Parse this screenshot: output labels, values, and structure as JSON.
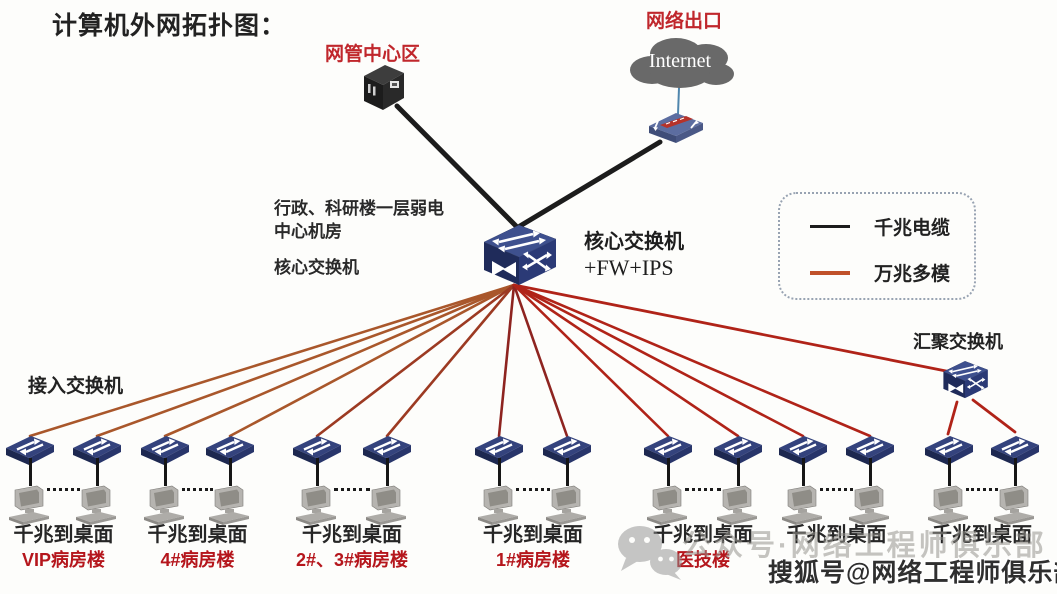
{
  "title": "计算机外网拓扑图：",
  "labels": {
    "mgmt_center": "网管中心区",
    "network_exit": "网络出口",
    "internet": "Internet",
    "room_line1": "行政、科研楼一层弱电",
    "room_line2": "中心机房",
    "room_core": "核心交换机",
    "core_name": "核心交换机",
    "core_suffix": "+FW+IPS",
    "aggregation": "汇聚交换机",
    "access": "接入交换机"
  },
  "legend": {
    "items": [
      {
        "label": "千兆电缆",
        "color": "#1c1c1c"
      },
      {
        "label": "万兆多模",
        "color": "#c0512a"
      }
    ]
  },
  "desk_groups": [
    {
      "desktop_label": "千兆到桌面",
      "building": "VIP病房楼"
    },
    {
      "desktop_label": "千兆到桌面",
      "building": "4#病房楼"
    },
    {
      "desktop_label": "千兆到桌面",
      "building": "2#、3#病房楼"
    },
    {
      "desktop_label": "千兆到桌面",
      "building": "1#病房楼"
    },
    {
      "desktop_label": "千兆到桌面",
      "building": "医技楼"
    },
    {
      "desktop_label": "千兆到桌面",
      "building": ""
    },
    {
      "desktop_label": "千兆到桌面",
      "building": ""
    }
  ],
  "watermarks": {
    "wechat_text": "公众号·网络工程师俱乐部",
    "sohu_text": "搜狐号@网络工程师俱乐部"
  },
  "colors": {
    "red_label": "#c0272c",
    "building_label": "#b5161c",
    "gigabit_cable": "#1c1c1c",
    "ten_gig_multimode": "#c0512a",
    "fan_line_left": "#a9572b",
    "fan_line_mid": "#9c3a22",
    "fan_line_dark": "#8e2420",
    "fan_line_right": "#b02318",
    "internet_link": "#4f86ad"
  }
}
